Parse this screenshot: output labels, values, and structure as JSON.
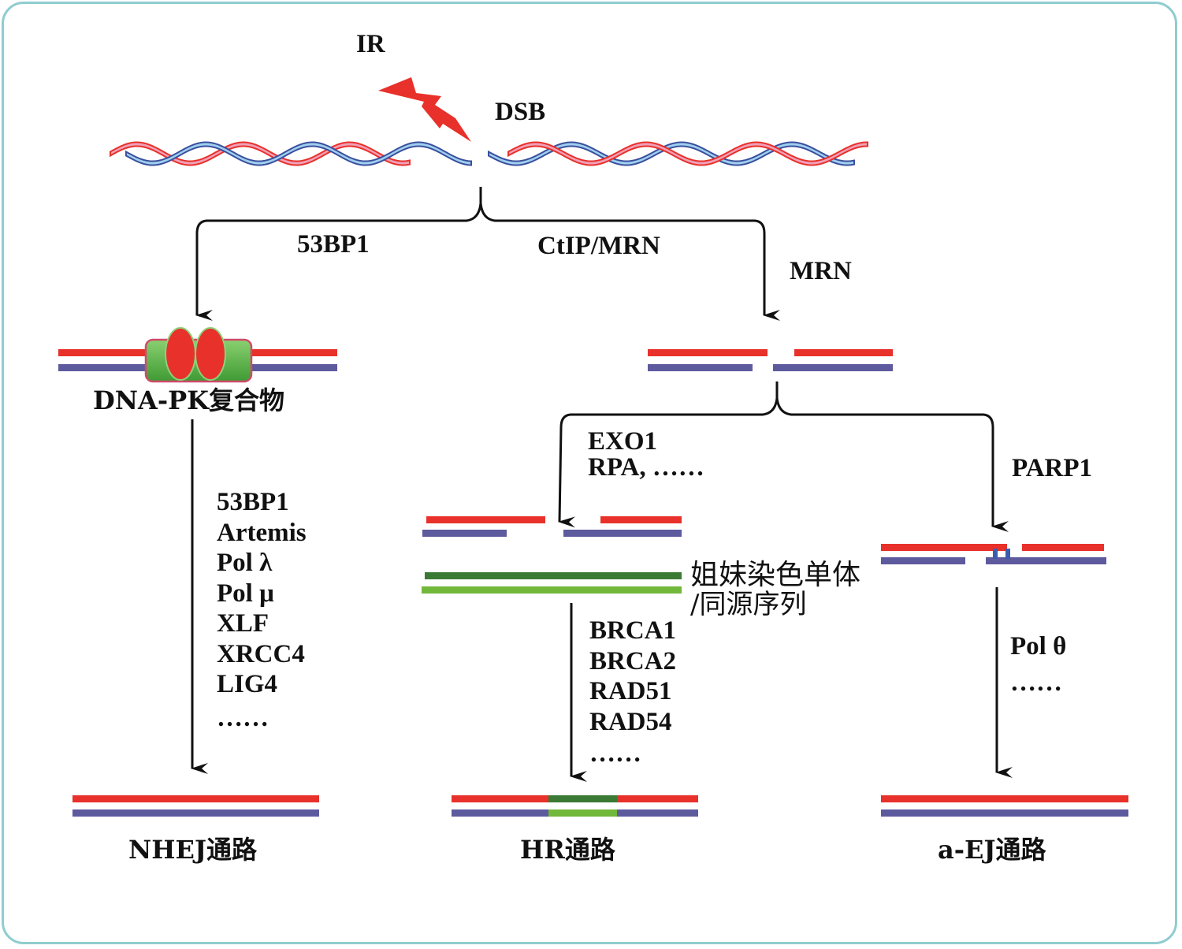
{
  "title": "DNA double-strand break repair pathways",
  "top": {
    "ir_label": "IR",
    "dsb_label": "DSB"
  },
  "branches": {
    "left_label": "53BP1",
    "middle_label": "CtIP/MRN",
    "right_label": "MRN"
  },
  "nhej": {
    "complex_label": "DNA-PK复合物",
    "factors": [
      "53BP1",
      "Artemis",
      "Pol λ",
      "Pol  μ",
      "XLF",
      "XRCC4",
      "LIG4",
      "……"
    ],
    "pathway_label": "NHEJ通路"
  },
  "resection": {
    "factors": [
      "EXO1",
      "RPA, ……"
    ],
    "parp_label": "PARP1"
  },
  "hr": {
    "template_label_line1": "姐妹染色单体",
    "template_label_line2": "/同源序列",
    "factors": [
      "BRCA1",
      "BRCA2",
      "RAD51",
      "RAD54",
      "……"
    ],
    "pathway_label": "HR通路"
  },
  "aej": {
    "factors": [
      "Pol θ",
      "……"
    ],
    "pathway_label": "a-EJ通路"
  },
  "colors": {
    "strand_red": "#e8312a",
    "strand_purple": "#5e5a9e",
    "template_dark_green": "#3b7a35",
    "template_light_green": "#72b83a",
    "lightning": "#e8312a",
    "helix_red": "#e8312a",
    "helix_pink": "#f0a0b8",
    "helix_blue": "#3b4f9e",
    "helix_lightblue": "#9fd0ef",
    "frame_border": "#8fcccf"
  }
}
